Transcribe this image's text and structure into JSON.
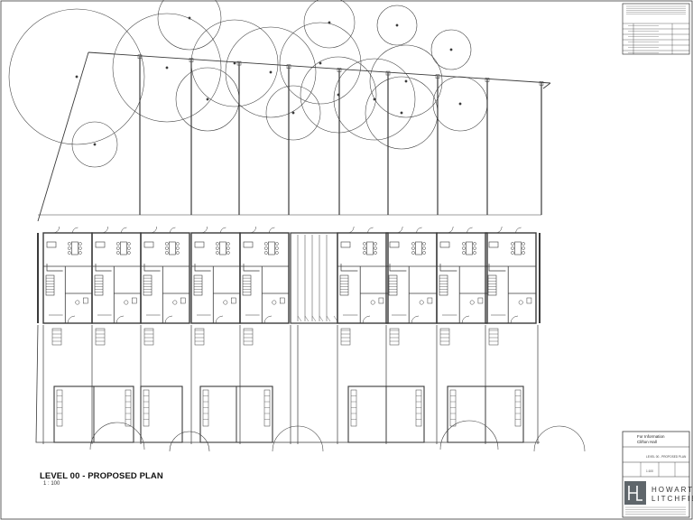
{
  "drawing": {
    "plan_title": "LEVEL 00 - PROPOSED PLAN",
    "plan_scale": "1 : 100"
  },
  "title_block": {
    "status": "For Information",
    "project": "Clifton Hall",
    "sheet_title": "LEVEL 00 - PROPOSED PLAN",
    "scale": "1:100",
    "logo_line1": "HOWARTH",
    "logo_line2": "LITCHFIE",
    "logo_mark": "HL"
  },
  "colors": {
    "line": "#3a3a3a",
    "paper": "#ffffff",
    "logo_bg": "#5f666b"
  }
}
